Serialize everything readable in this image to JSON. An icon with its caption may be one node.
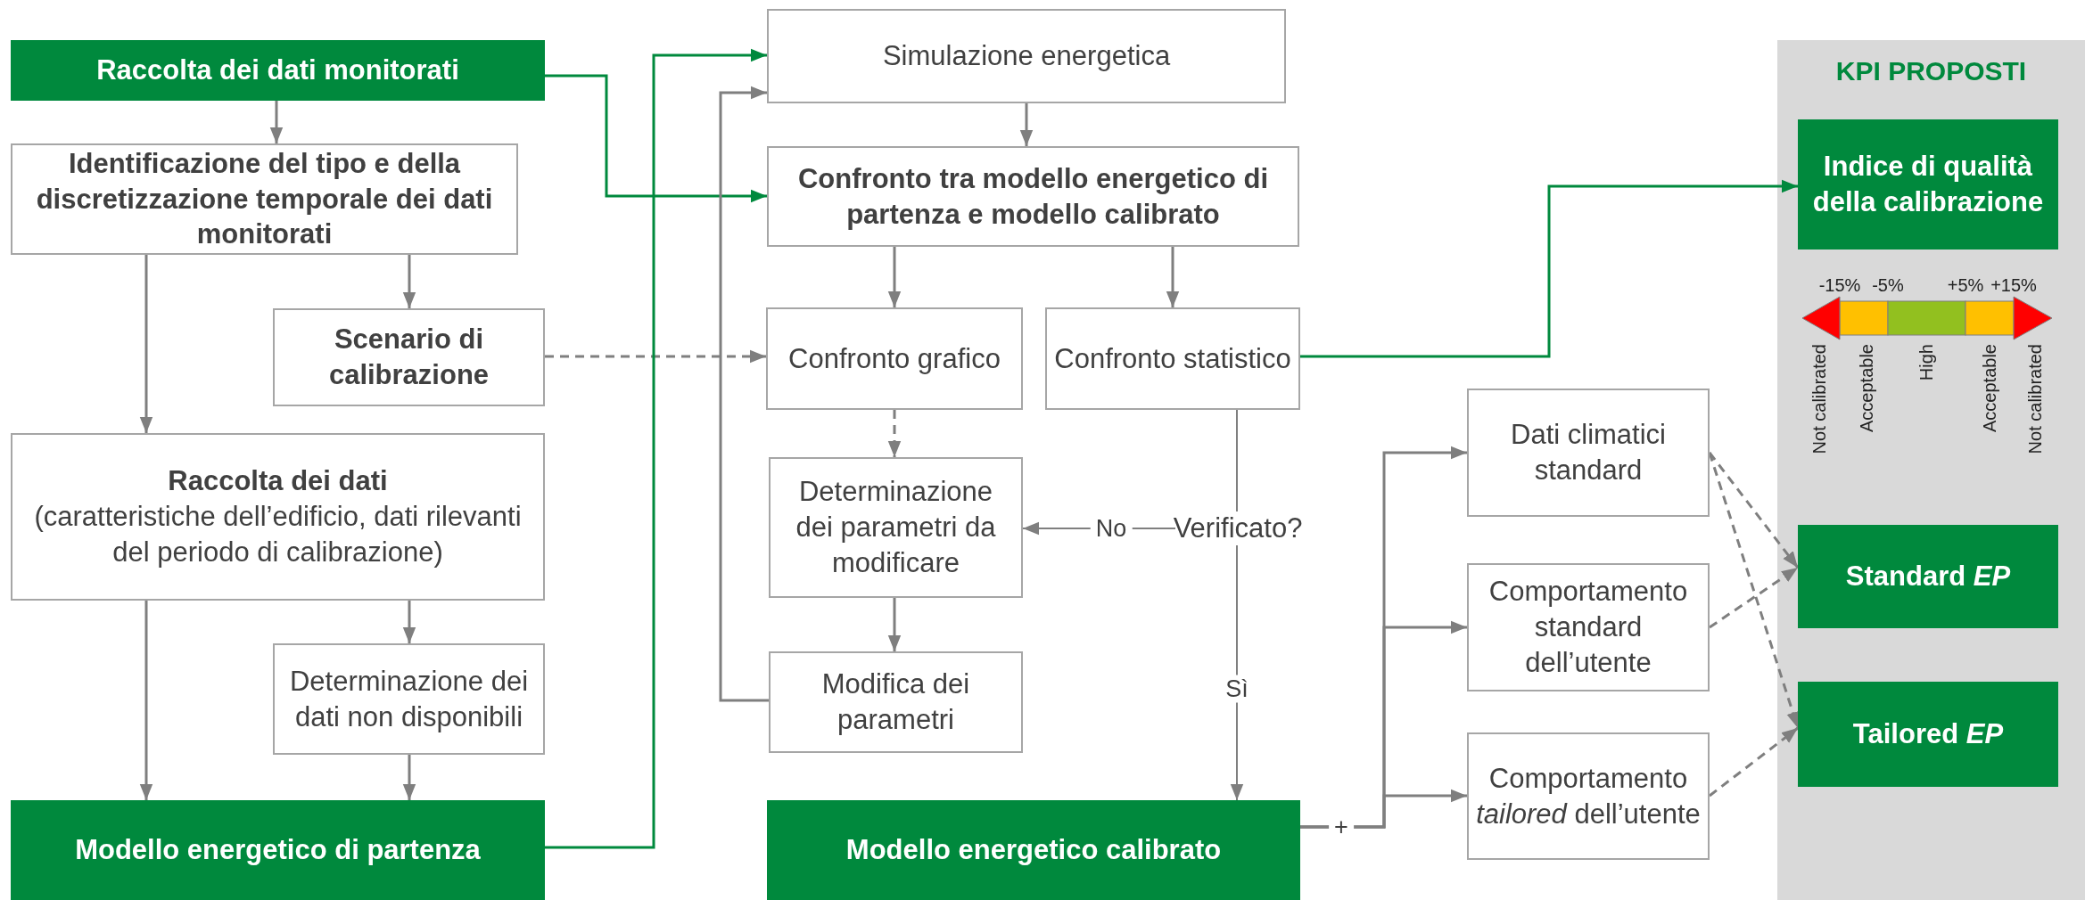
{
  "diagram": {
    "nodes": [
      {
        "text": [
          "Raccolta dei dati monitorati"
        ]
      },
      {
        "text": [
          "Identificazione del tipo e della discretizzazione temporale dei dati monitorati"
        ]
      },
      {
        "text": [
          "Scenario di calibrazione"
        ]
      },
      {
        "text": [
          "Raccolta dei dati",
          "(caratteristiche dell’edificio, dati rilevanti del periodo di calibrazione)"
        ]
      },
      {
        "text": [
          "Determinazione dei dati non disponibili"
        ]
      },
      {
        "text": [
          "Modello energetico di partenza"
        ]
      },
      {
        "text": [
          "Simulazione energetica"
        ]
      },
      {
        "text": [
          "Confronto tra modello energetico di partenza e modello calibrato"
        ]
      },
      {
        "text": [
          "Confronto grafico"
        ]
      },
      {
        "text": [
          "Confronto statistico"
        ]
      },
      {
        "text": [
          "Determinazione dei parametri da modificare"
        ]
      },
      {
        "text": [
          "Modifica dei parametri"
        ]
      },
      {
        "text": [
          "Verificato?"
        ]
      },
      {
        "text": [
          "Modello energetico calibrato"
        ]
      },
      {
        "text": [
          "Dati climatici standard"
        ]
      },
      {
        "text": [
          "Comportamento standard dell’utente"
        ]
      },
      {
        "text": [
          "Comportamento *tailored* dell’utente"
        ]
      },
      {
        "text": [
          "KPI PROPOSTI"
        ]
      },
      {
        "text": [
          "Indice di qualità della calibrazione"
        ],
        "in": 17
      },
      {
        "text": [
          "Standard *EP*"
        ],
        "in": 17
      },
      {
        "text": [
          "Tailored *EP*"
        ],
        "in": 17
      }
    ],
    "edges": [
      {
        "from": 0,
        "to": 1,
        "arrow": "to"
      },
      {
        "from": 0,
        "to": 7,
        "arrow": "to",
        "color": "#00893d"
      },
      {
        "from": 1,
        "to": 2,
        "arrow": "to"
      },
      {
        "from": 1,
        "to": 3,
        "arrow": "to"
      },
      {
        "from": 2,
        "to": 8,
        "arrow": "to",
        "style": "dashed"
      },
      {
        "from": 3,
        "to": 4,
        "arrow": "to"
      },
      {
        "from": 3,
        "to": 5,
        "arrow": "to"
      },
      {
        "from": 4,
        "to": 5,
        "arrow": "to"
      },
      {
        "from": 5,
        "to": 6,
        "arrow": "to",
        "color": "#00893d"
      },
      {
        "from": 6,
        "to": 7,
        "arrow": "to"
      },
      {
        "from": 7,
        "to": 8,
        "arrow": "to"
      },
      {
        "from": 7,
        "to": 9,
        "arrow": "to"
      },
      {
        "from": 8,
        "to": 10,
        "arrow": "to",
        "style": "dashed"
      },
      {
        "from": 10,
        "to": 11,
        "arrow": "to"
      },
      {
        "from": 11,
        "to": 6,
        "arrow": "to"
      },
      {
        "from": 9,
        "to": 18,
        "arrow": "to",
        "color": "#00893d"
      },
      {
        "from": 9,
        "to": 12,
        "arrow": "none"
      },
      {
        "from": 12,
        "to": 10,
        "arrow": "to",
        "label": "No"
      },
      {
        "from": 12,
        "to": 13,
        "arrow": "to",
        "label": "Sì"
      },
      {
        "from": 13,
        "to": 14,
        "arrow": "to",
        "label": "+"
      },
      {
        "from": 13,
        "to": 15,
        "arrow": "to"
      },
      {
        "from": 13,
        "to": 16,
        "arrow": "to"
      },
      {
        "from": 14,
        "to": 19,
        "arrow": "to",
        "style": "dashed"
      },
      {
        "from": 14,
        "to": 20,
        "arrow": "to",
        "style": "dashed"
      },
      {
        "from": 15,
        "to": 19,
        "arrow": "to",
        "style": "dashed"
      },
      {
        "from": 16,
        "to": 20,
        "arrow": "to",
        "style": "dashed"
      }
    ],
    "labels": [
      "-15%",
      "-5%",
      "+5%",
      "+15%",
      "Not calibrated",
      "Acceptable",
      "High",
      "Acceptable",
      "Not calibrated"
    ]
  }
}
